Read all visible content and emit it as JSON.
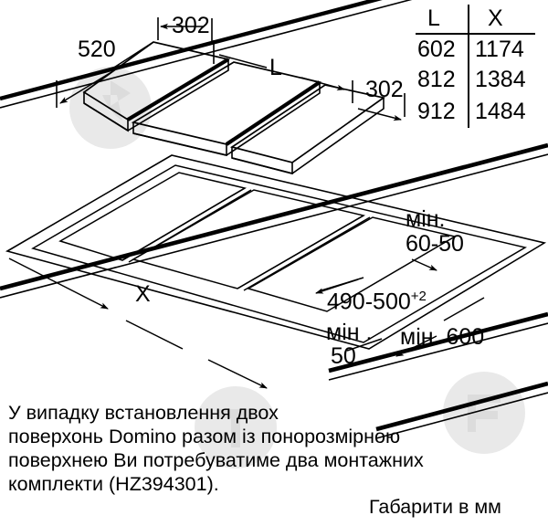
{
  "diagram": {
    "title_note": "Domino cooktop installation diagram",
    "units_note": "Габарити в мм"
  },
  "table": {
    "headers": [
      "L",
      "X"
    ],
    "rows": [
      [
        "602",
        "1174"
      ],
      [
        "812",
        "1384"
      ],
      [
        "912",
        "1484"
      ]
    ]
  },
  "labels": {
    "depth_520": "520",
    "width_302_left": "302",
    "width_302_right": "302",
    "span_L": "L",
    "span_X": "X",
    "cut_depth": "490-500",
    "cut_depth_sup": "+2",
    "min_front_label": "мін .",
    "min_front_value": "50",
    "min_thickness_label": "мін.",
    "min_thickness_value": "60-50",
    "min_cabinet": "мін. 600"
  },
  "body_text": {
    "line1": "У випадку встановлення двох",
    "line2": "поверхонь Domino разом із понорозмірною",
    "line3": "поверхнею Ви потребуватиме два монтажних",
    "line4": "комплекти (HZ394301)."
  },
  "colors": {
    "line": "#000000",
    "background": "#ffffff",
    "watermark": "#e8e8e8"
  }
}
